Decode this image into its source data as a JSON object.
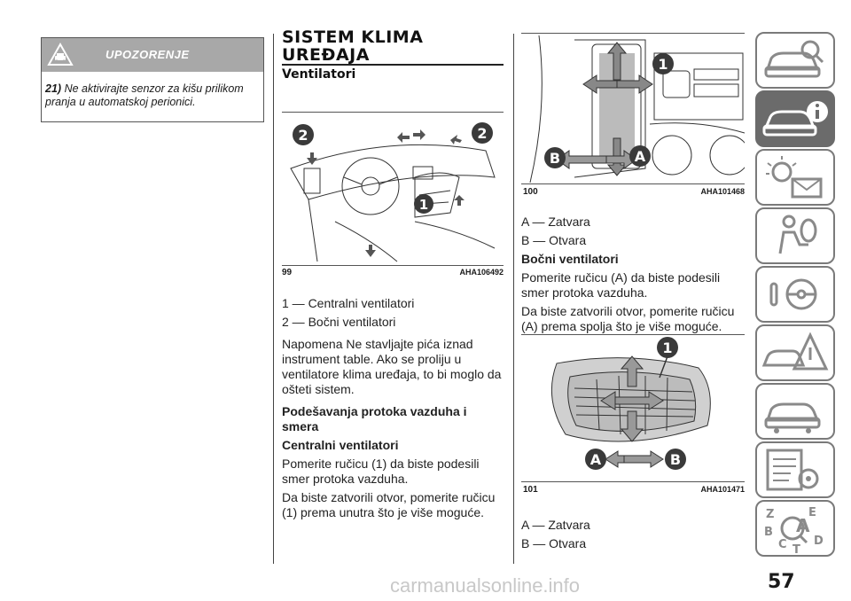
{
  "warning": {
    "title": "UPOZORENJE",
    "note_num": "21)",
    "note_text": "Ne aktivirajte senzor za kišu prilikom pranja u automatskoj perionici."
  },
  "section": {
    "title_line1": "SISTEM KLIMA",
    "title_line2": "UREĐAJA",
    "subtitle": "Ventilatori"
  },
  "fig99": {
    "num": "99",
    "code": "AHA106492",
    "label1": "1",
    "label2": "2"
  },
  "col2": {
    "item1": "1 — Centralni ventilatori",
    "item2": "2 — Bočni ventilatori",
    "note": "Napomena  Ne stavljajte pića iznad instrument table. Ako se proliju u ventilatore klima uređaja, to bi moglo da ošteti sistem.",
    "heading1": "Podešavanja protoka vazduha i smera",
    "heading2": "Centralni ventilatori",
    "para1": "Pomerite ručicu (1) da biste podesili smer protoka vazduha.",
    "para2": "Da biste zatvorili otvor, pomerite ručicu (1) prema unutra što je više moguće."
  },
  "fig100": {
    "num": "100",
    "code": "AHA101468",
    "label1": "1",
    "labelA": "A",
    "labelB": "B"
  },
  "col3": {
    "a1": "A — Zatvara",
    "b1": "B — Otvara",
    "heading": "Bočni ventilatori",
    "para1": "Pomerite ručicu (A) da biste podesili smer protoka vazduha.",
    "para2": "Da biste zatvorili otvor, pomerite ručicu (A) prema spolja što je više moguće.",
    "a2": "A — Zatvara",
    "b2": "B — Otvara"
  },
  "fig101": {
    "num": "101",
    "code": "AHA101471",
    "label1": "1",
    "labelA": "A",
    "labelB": "B"
  },
  "page_number": "57",
  "watermark": "carmanualsonline.info",
  "tab_letters": {
    "z": "Z",
    "e": "E",
    "a": "A",
    "b": "B",
    "c": "C",
    "d": "D",
    "t": "T"
  }
}
